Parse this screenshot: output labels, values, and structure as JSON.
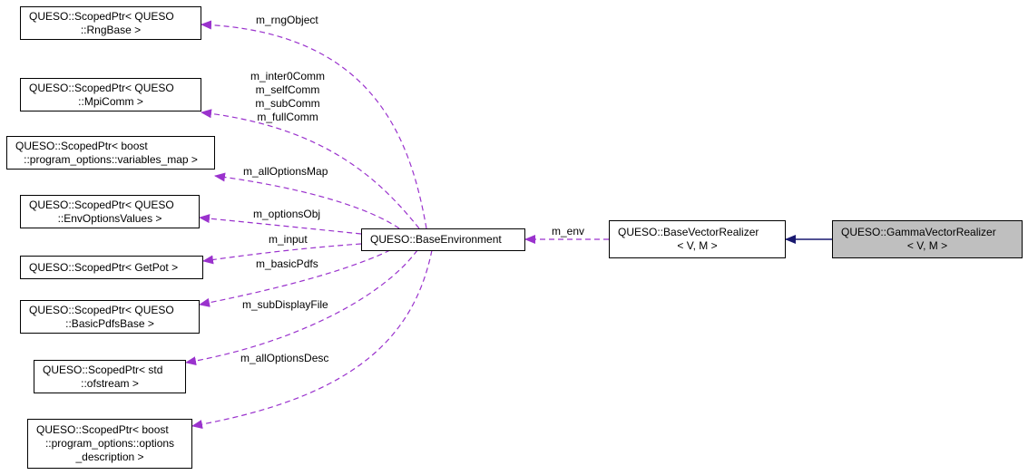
{
  "colors": {
    "member_edge": "#9a32cd",
    "inherit_edge": "#191970",
    "node_border": "#000000",
    "highlight_fill": "#bfbfbf"
  },
  "nodes": {
    "rng": [
      "QUESO::ScopedPtr< QUESO",
      "::RngBase >"
    ],
    "mpi": [
      "QUESO::ScopedPtr< QUESO",
      "::MpiComm >"
    ],
    "varmap": [
      "QUESO::ScopedPtr< boost",
      "::program_options::variables_map >"
    ],
    "envopt": [
      "QUESO::ScopedPtr< QUESO",
      "::EnvOptionsValues >"
    ],
    "getpot": [
      "QUESO::ScopedPtr< GetPot >"
    ],
    "basicpdfs": [
      "QUESO::ScopedPtr< QUESO",
      "::BasicPdfsBase >"
    ],
    "ofstream": [
      "QUESO::ScopedPtr< std",
      "::ofstream >"
    ],
    "optdesc": [
      "QUESO::ScopedPtr< boost",
      "::program_options::options",
      "_description >"
    ],
    "baseenv": [
      "QUESO::BaseEnvironment"
    ],
    "basevec": [
      "QUESO::BaseVectorRealizer",
      "< V, M >"
    ],
    "gamma": [
      "QUESO::GammaVectorRealizer",
      "< V, M >"
    ]
  },
  "edge_labels": {
    "rng": [
      "m_rngObject"
    ],
    "mpi": [
      "m_inter0Comm",
      "m_selfComm",
      "m_subComm",
      "m_fullComm"
    ],
    "varmap": [
      "m_allOptionsMap"
    ],
    "envopt": [
      "m_optionsObj"
    ],
    "getpot": [
      "m_input"
    ],
    "basicpdfs": [
      "m_basicPdfs"
    ],
    "ofstream": [
      "m_subDisplayFile"
    ],
    "optdesc": [
      "m_allOptionsDesc"
    ],
    "env": [
      "m_env"
    ]
  }
}
